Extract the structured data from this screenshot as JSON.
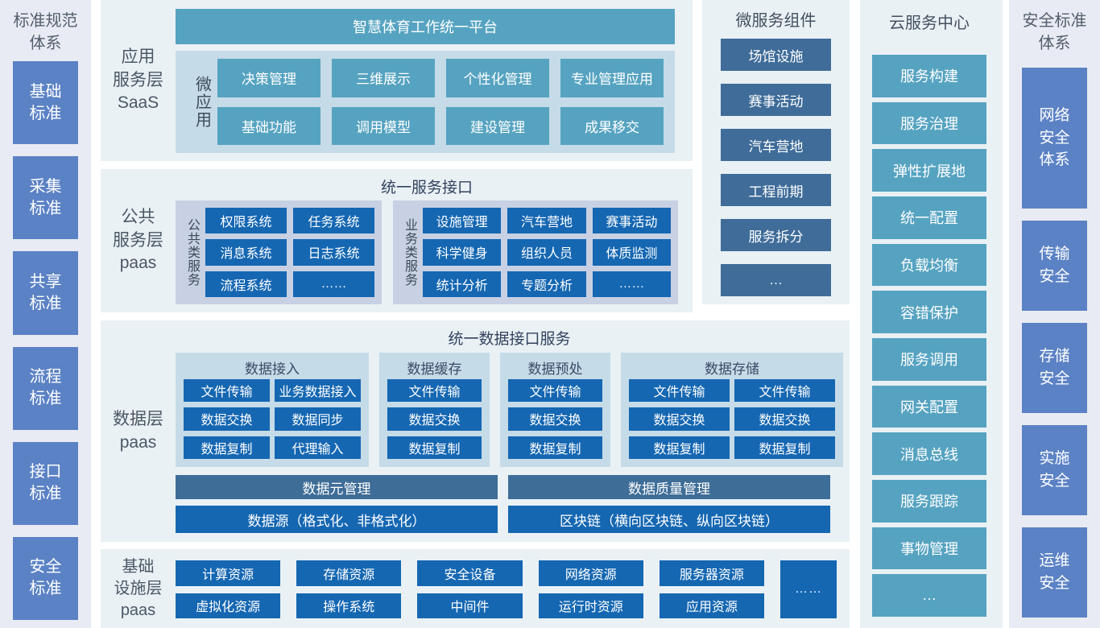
{
  "colors": {
    "teal": "#56A3C1",
    "dark_blue": "#1567B2",
    "slate_blue": "#3F6C99",
    "slate_bar": "#3E6D97",
    "periwinkle": "#5B82C5",
    "panel_bg": "#E9F1F5",
    "strip_bg": "#E9EBF4"
  },
  "standards_panel": {
    "title": "标准规范\n体系",
    "items": [
      "基础\n标准",
      "采集\n标准",
      "共享\n标准",
      "流程\n标准",
      "接口\n标准",
      "安全\n标准"
    ]
  },
  "app_layer": {
    "label": "应用\n服务层\nSaaS",
    "platform_title": "智慧体育工作统一平台",
    "micro_apps_label": "微应用",
    "micro_apps": [
      "决策管理",
      "三维展示",
      "个性化管理",
      "专业管理应用",
      "基础功能",
      "调用模型",
      "建设管理",
      "成果移交"
    ]
  },
  "public_layer": {
    "label": "公共\n服务层\npaas",
    "title": "统一服务接口",
    "common_services": {
      "label": "公共类服务",
      "items": [
        "权限系统",
        "任务系统",
        "消息系统",
        "日志系统",
        "流程系统",
        "……"
      ]
    },
    "business_services": {
      "label": "业务类服务",
      "items": [
        "设施管理",
        "汽车营地",
        "赛事活动",
        "科学健身",
        "组织人员",
        "体质监测",
        "统计分析",
        "专题分析",
        "……"
      ]
    }
  },
  "data_layer": {
    "label": "数据层\npaas",
    "title": "统一数据接口服务",
    "access": {
      "title": "数据接入",
      "items": [
        "文件传输",
        "业务数据接入",
        "数据交换",
        "数据同步",
        "数据复制",
        "代理输入"
      ]
    },
    "cache": {
      "title": "数据缓存",
      "items": [
        "文件传输",
        "数据交换",
        "数据复制"
      ]
    },
    "preprocess": {
      "title": "数据预处",
      "items": [
        "文件传输",
        "数据交换",
        "数据复制"
      ]
    },
    "storage": {
      "title": "数据存储",
      "items": [
        "文件传输",
        "文件传输",
        "数据交换",
        "数据交换",
        "数据复制",
        "数据复制"
      ]
    },
    "management_bars": [
      "数据元管理",
      "数据质量管理"
    ],
    "source_bars": [
      "数据源（格式化、非格式化）",
      "区块链（横向区块链、纵向区块链）"
    ]
  },
  "infra_layer": {
    "label": "基础\n设施层\npaas",
    "row1": [
      "计算资源",
      "存储资源",
      "安全设备",
      "网络资源",
      "服务器资源"
    ],
    "row2": [
      "虚拟化资源",
      "操作系统",
      "中间件",
      "运行时资源",
      "应用资源"
    ],
    "more": "……"
  },
  "microservices_panel": {
    "title": "微服务组件",
    "items": [
      "场馆设施",
      "赛事活动",
      "汽车营地",
      "工程前期",
      "服务拆分",
      "…"
    ]
  },
  "cloud_panel": {
    "title": "云服务中心",
    "items": [
      "服务构建",
      "服务治理",
      "弹性扩展地",
      "统一配置",
      "负载均衡",
      "容错保护",
      "服务调用",
      "网关配置",
      "消息总线",
      "服务跟踪",
      "事物管理",
      "…"
    ]
  },
  "security_panel": {
    "title": "安全标准\n体系",
    "items": [
      "网络\n安全\n体系",
      "传输\n安全",
      "存储\n安全",
      "实施\n安全",
      "运维\n安全"
    ]
  }
}
